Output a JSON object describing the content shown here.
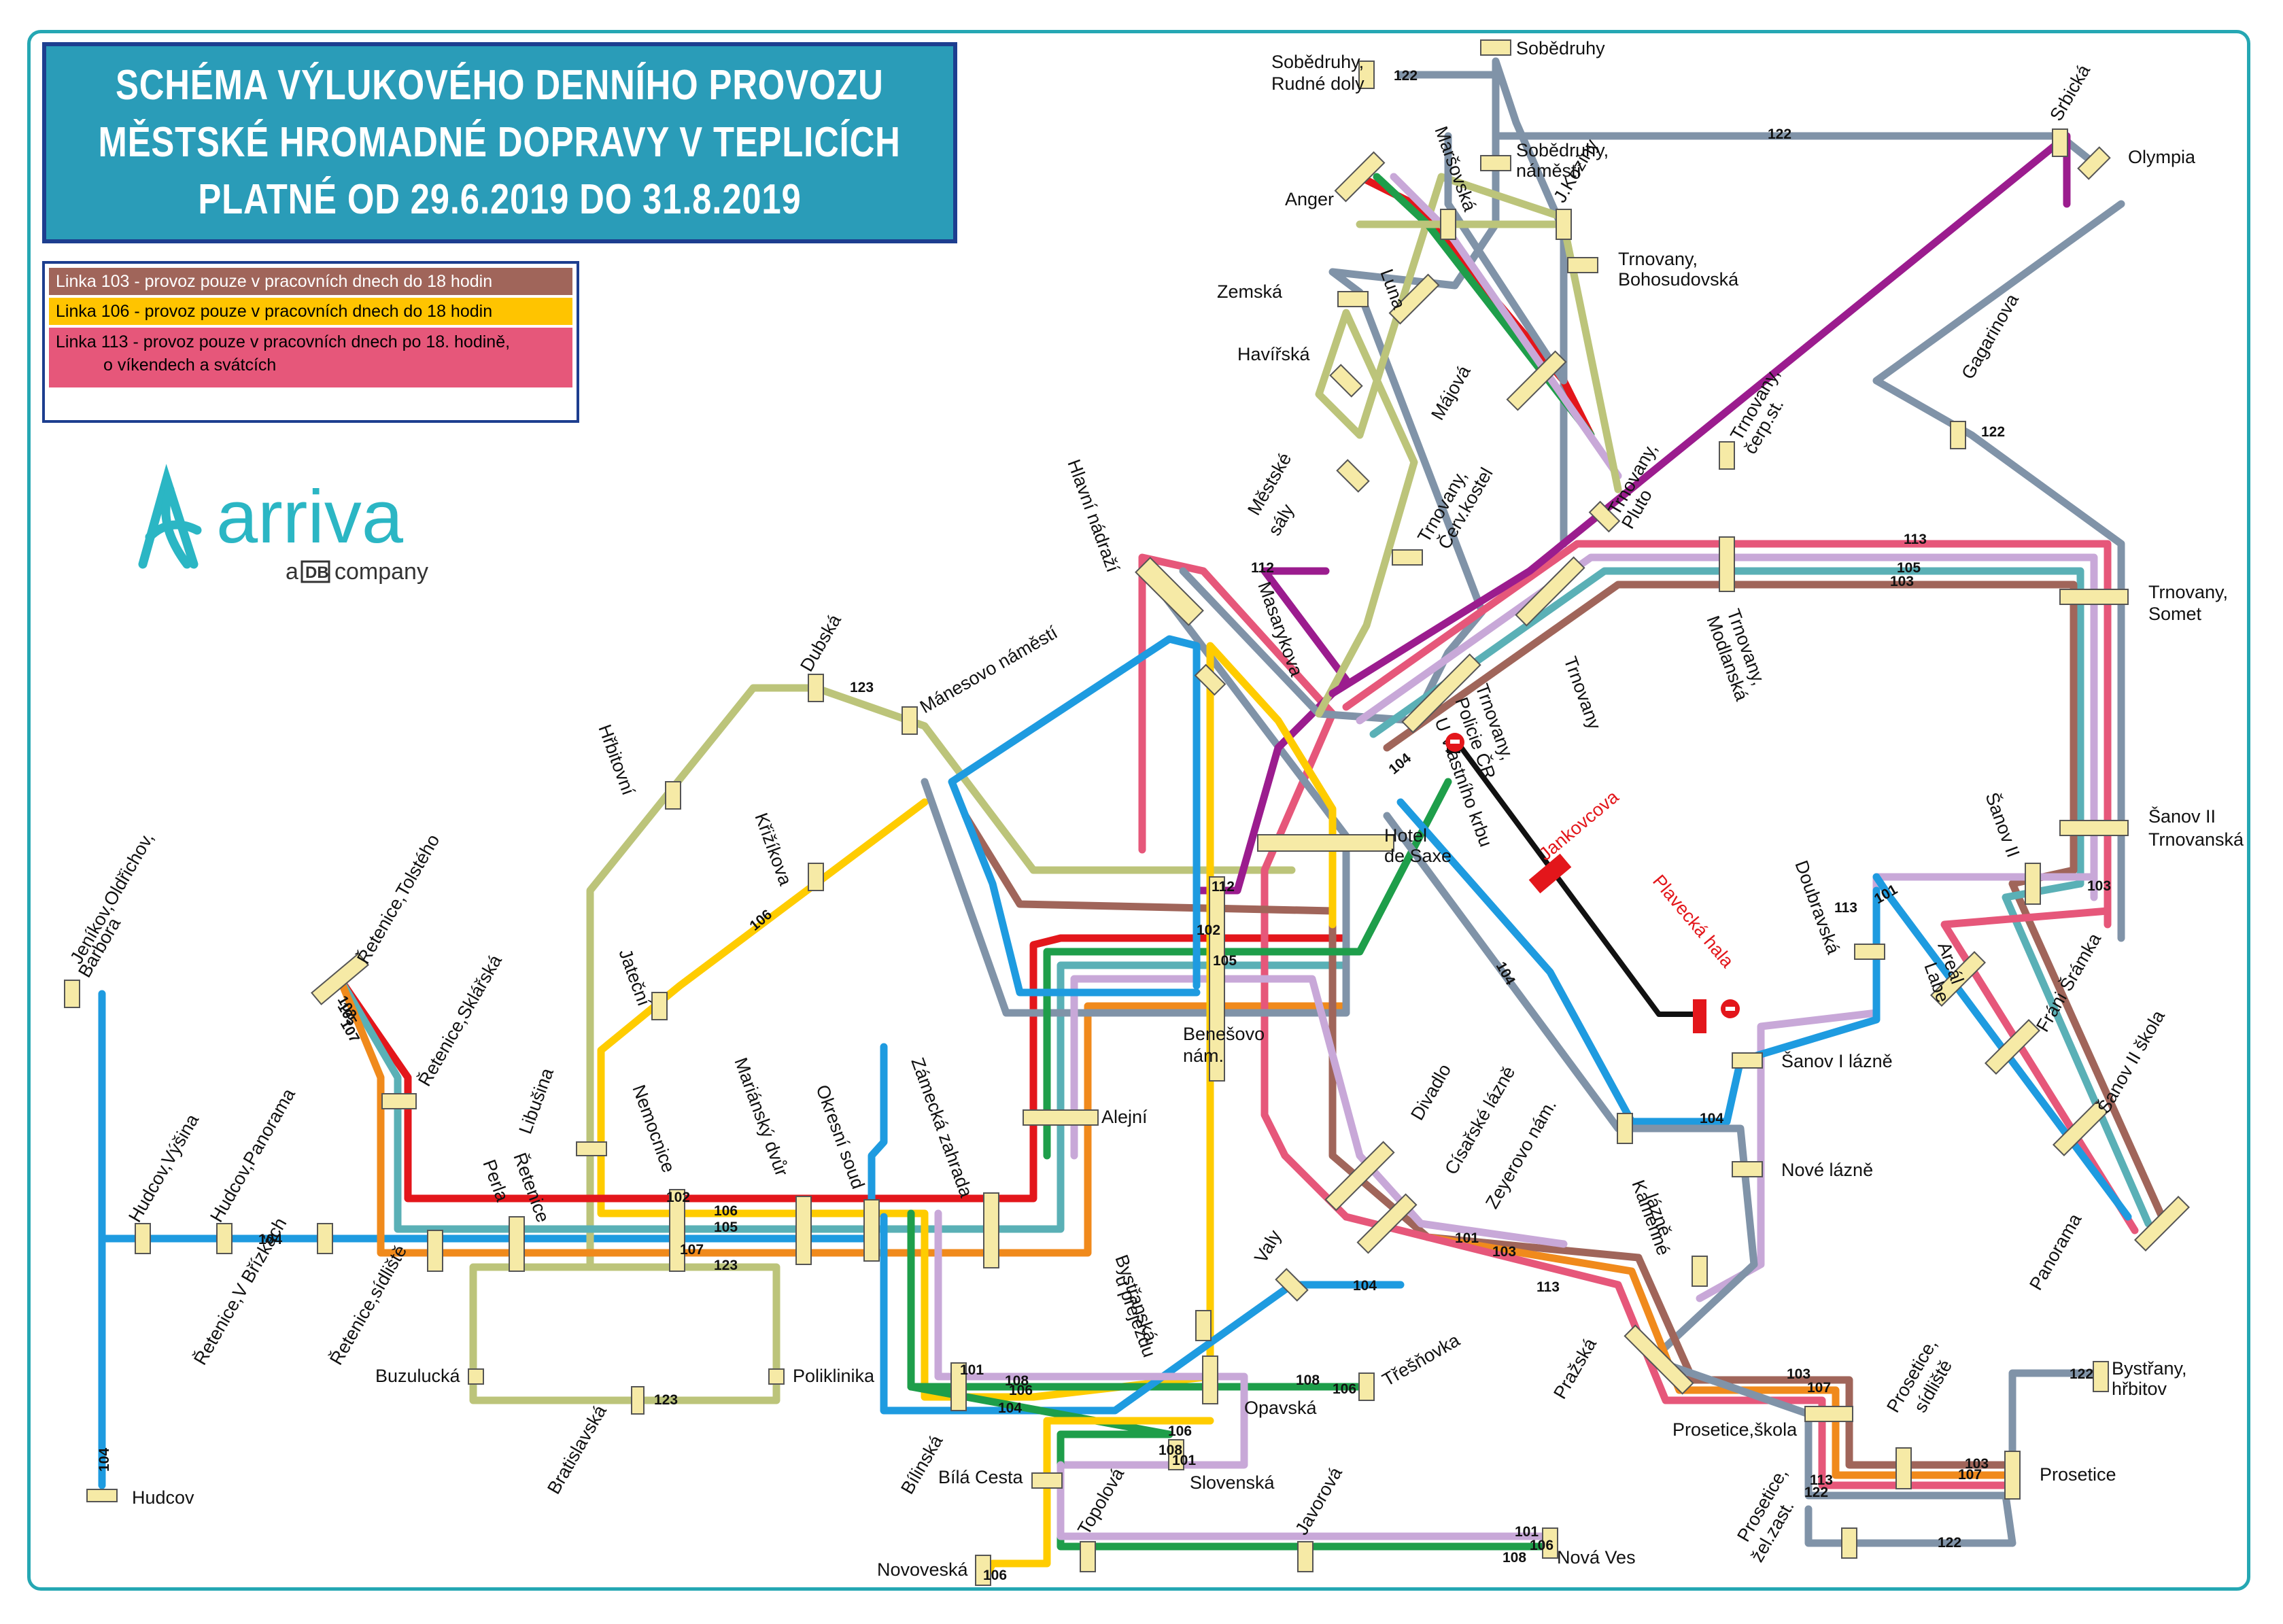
{
  "title": {
    "line1": "SCHÉMA VÝLUKOVÉHO DENNÍHO PROVOZU",
    "line2": "MĚSTSKÉ HROMADNÉ DOPRAVY V TEPLICÍCH",
    "line3": "PLATNÉ OD 29.6.2019 DO 31.8.2019"
  },
  "legend": {
    "item1": "Linka 103 - provoz pouze v pracovních dnech do 18 hodin",
    "item2": "Linka 106 - provoz pouze v pracovních dnech do 18 hodin",
    "item3_line1": "Linka 113 - provoz pouze v pracovních dnech po 18. hodině,",
    "item3_line2": "o víkendech a svátcích"
  },
  "logo": {
    "brand": "arriva",
    "tagline_a": "a",
    "tagline_db": "DB",
    "tagline_company": "company"
  },
  "line_colors": {
    "101": "#c8a8d8",
    "102": "#e3161b",
    "103": "#a0655a",
    "104": "#1e9be0",
    "105": "#5ab0b6",
    "106": "#ffcc00",
    "107": "#f08a1c",
    "108": "#1e9e4a",
    "112": "#9b1c8e",
    "113": "#e6577a",
    "122": "#8093a8",
    "123": "#bcc47a"
  },
  "stops": {
    "jenikov": "Jeníkov,Oldřichov,",
    "barbora": "Barbora",
    "hudcov": "Hudcov",
    "hudcov_vysina": "Hudcov,Výšina",
    "hudcov_panorama": "Hudcov,Panorama",
    "retenice_tolsteho": "Řetenice,Tolstého",
    "retenice_sklarska": "Řetenice,Sklářská",
    "retenice_v_brizkach": "Řetenice,V Břízkách",
    "retenice_sidliste": "Řetenice,sídliště",
    "retenice_perla_1": "Řetenice",
    "retenice_perla_2": "Perla",
    "libusina": "Libušina",
    "nemocnice": "Nemocnice",
    "mariansky_dvur": "Mariánský dvůr",
    "okresni_soud": "Okresní soud",
    "zamecka_zahrada": "Zámecká zahrada",
    "buzulucka": "Buzulucká",
    "poliklinika": "Poliklinika",
    "bratislavska": "Bratislavská",
    "hrbitovni": "Hřbitovní",
    "dubska": "Dubská",
    "manesovo": "Mánesovo náměstí",
    "krizikova": "Křižíkova",
    "jatecni": "Jateční",
    "hlavni_nadrazi": "Hlavní nádraží",
    "masarykova": "Masarykova",
    "hotel_de_saxe_1": "Hotel",
    "hotel_de_saxe_2": "de Saxe",
    "benesovo_1": "Benešovo",
    "benesovo_2": "nám.",
    "alejni": "Alejní",
    "divadlo": "Divadlo",
    "cisarske_lazne": "Císařské lázně",
    "zeyerovo": "Zeyerovo nám.",
    "valy": "Valy",
    "bystrianska_1": "Bystřanská",
    "bystrianska_2": "u přejezdu",
    "bilinska": "Bílinská",
    "opavska": "Opavská",
    "tresnovka": "Třešňovka",
    "bila_cesta": "Bílá Cesta",
    "slovenska": "Slovenská",
    "topolova": "Topolová",
    "javorova": "Javorová",
    "novoveska": "Novoveská",
    "nova_ves": "Nová Ves",
    "sobedruhy_rudne_1": "Sobědruhy,",
    "sobedruhy_rudne_2": "Rudné doly",
    "sobedruhy": "Sobědruhy",
    "sobedruhy_nam_1": "Sobědruhy,",
    "sobedruhy_nam_2": "náměstí",
    "marsovska": "Maršovská",
    "j_koziny": "J.Koziny",
    "anger": "Anger",
    "trnovany_bohosud_1": "Trnovany,",
    "trnovany_bohosud_2": "Bohosudovská",
    "zemska": "Zemská",
    "luna": "Luna",
    "havirska": "Havířská",
    "majova": "Májová",
    "mestske_saly_1": "Městské",
    "mestske_saly_2": "sály",
    "trnovany_cerv_1": "Trnovany,",
    "trnovany_cerv_2": "Červ.kostel",
    "trnovany_pluto_1": "Trnovany,",
    "trnovany_pluto_2": "Pluto",
    "trnovany_cerp_1": "Trnovany,",
    "trnovany_cerp_2": "čerp.st.",
    "trnovany": "Trnovany",
    "trnovany_modlanska_1": "Trnovany,",
    "trnovany_modlanska_2": "Modlanská",
    "trnovany_policie_1": "Trnovany,",
    "trnovany_policie_2": "Policie ČR",
    "u_vlastniho_krbu": "U Vlastního krbu",
    "srbicka": "Srbická",
    "olympia": "Olympia",
    "gagarinova": "Gagarinova",
    "trnovany_somet_1": "Trnovany,",
    "trnovany_somet_2": "Somet",
    "sanov_ii": "Šanov II",
    "sanov_ii_trn_1": "Šanov II",
    "sanov_ii_trn_2": "Trnovanská",
    "doubravska": "Doubravská",
    "areal_labe_1": "Areál",
    "areal_labe_2": "Labe",
    "frani_sramka": "Fráni Šrámka",
    "sanov_ii_skola": "Šanov II škola",
    "panorama": "Panorama",
    "sanov_i_lazne": "Šanov I lázně",
    "nove_lazne": "Nové lázně",
    "kamenne_lazne_1": "Kamenné",
    "kamenne_lazne_2": "lázně",
    "prazska": "Pražská",
    "prosetice_skola": "Prosetice,škola",
    "prosetice_sidliste_1": "Prosetice,",
    "prosetice_sidliste_2": "sídliště",
    "prosetice": "Prosetice",
    "prosetice_zel_1": "Prosetice,",
    "prosetice_zel_2": "žel.zast.",
    "bystrany_1": "Bystřany,",
    "bystrany_2": "hřbitov"
  },
  "closures": {
    "jankovcova": "Jankovcova",
    "plavecka_hala": "Plavecká hala"
  },
  "line_numbers": {
    "l101": "101",
    "l102": "102",
    "l103": "103",
    "l104": "104",
    "l105": "105",
    "l106": "106",
    "l107": "107",
    "l108": "108",
    "l112": "112",
    "l113": "113",
    "l122": "122",
    "l123": "123"
  }
}
